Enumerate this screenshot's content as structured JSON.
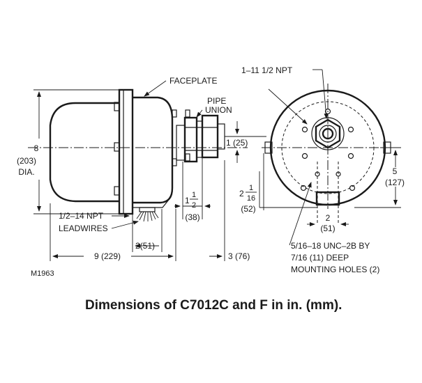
{
  "diagram": {
    "labels": {
      "faceplate": "FACEPLATE",
      "pipe": "PIPE",
      "union": "UNION",
      "npt_top": "1–11 1/2 NPT",
      "dia_8": "8",
      "dia_203": "(203)",
      "dia_word": "DIA.",
      "dim_1_25": "1 (25)",
      "dim_5": "5",
      "dim_127": "(127)",
      "frac_whole": "1",
      "frac_num": "1",
      "frac_den": "2",
      "dim_38": "(38)",
      "frac2_whole": "2",
      "frac2_num": "1",
      "frac2_den": "16",
      "dim_52": "(52)",
      "npt_side": "1/2–14 NPT",
      "leadwires": "LEADWIRES",
      "dim_2_51_left": "2(51)",
      "dim_2_right": "2",
      "dim_51_right": "(51)",
      "dim_9_229": "9 (229)",
      "dim_3_76": "3 (76)",
      "holes_line1": "5/16–18 UNC–2B BY",
      "holes_line2": "7/16 (11) DEEP",
      "holes_line3": "MOUNTING HOLES (2)",
      "figure_id": "M1963"
    },
    "caption": "Dimensions of C7012C and F in in. (mm)."
  }
}
